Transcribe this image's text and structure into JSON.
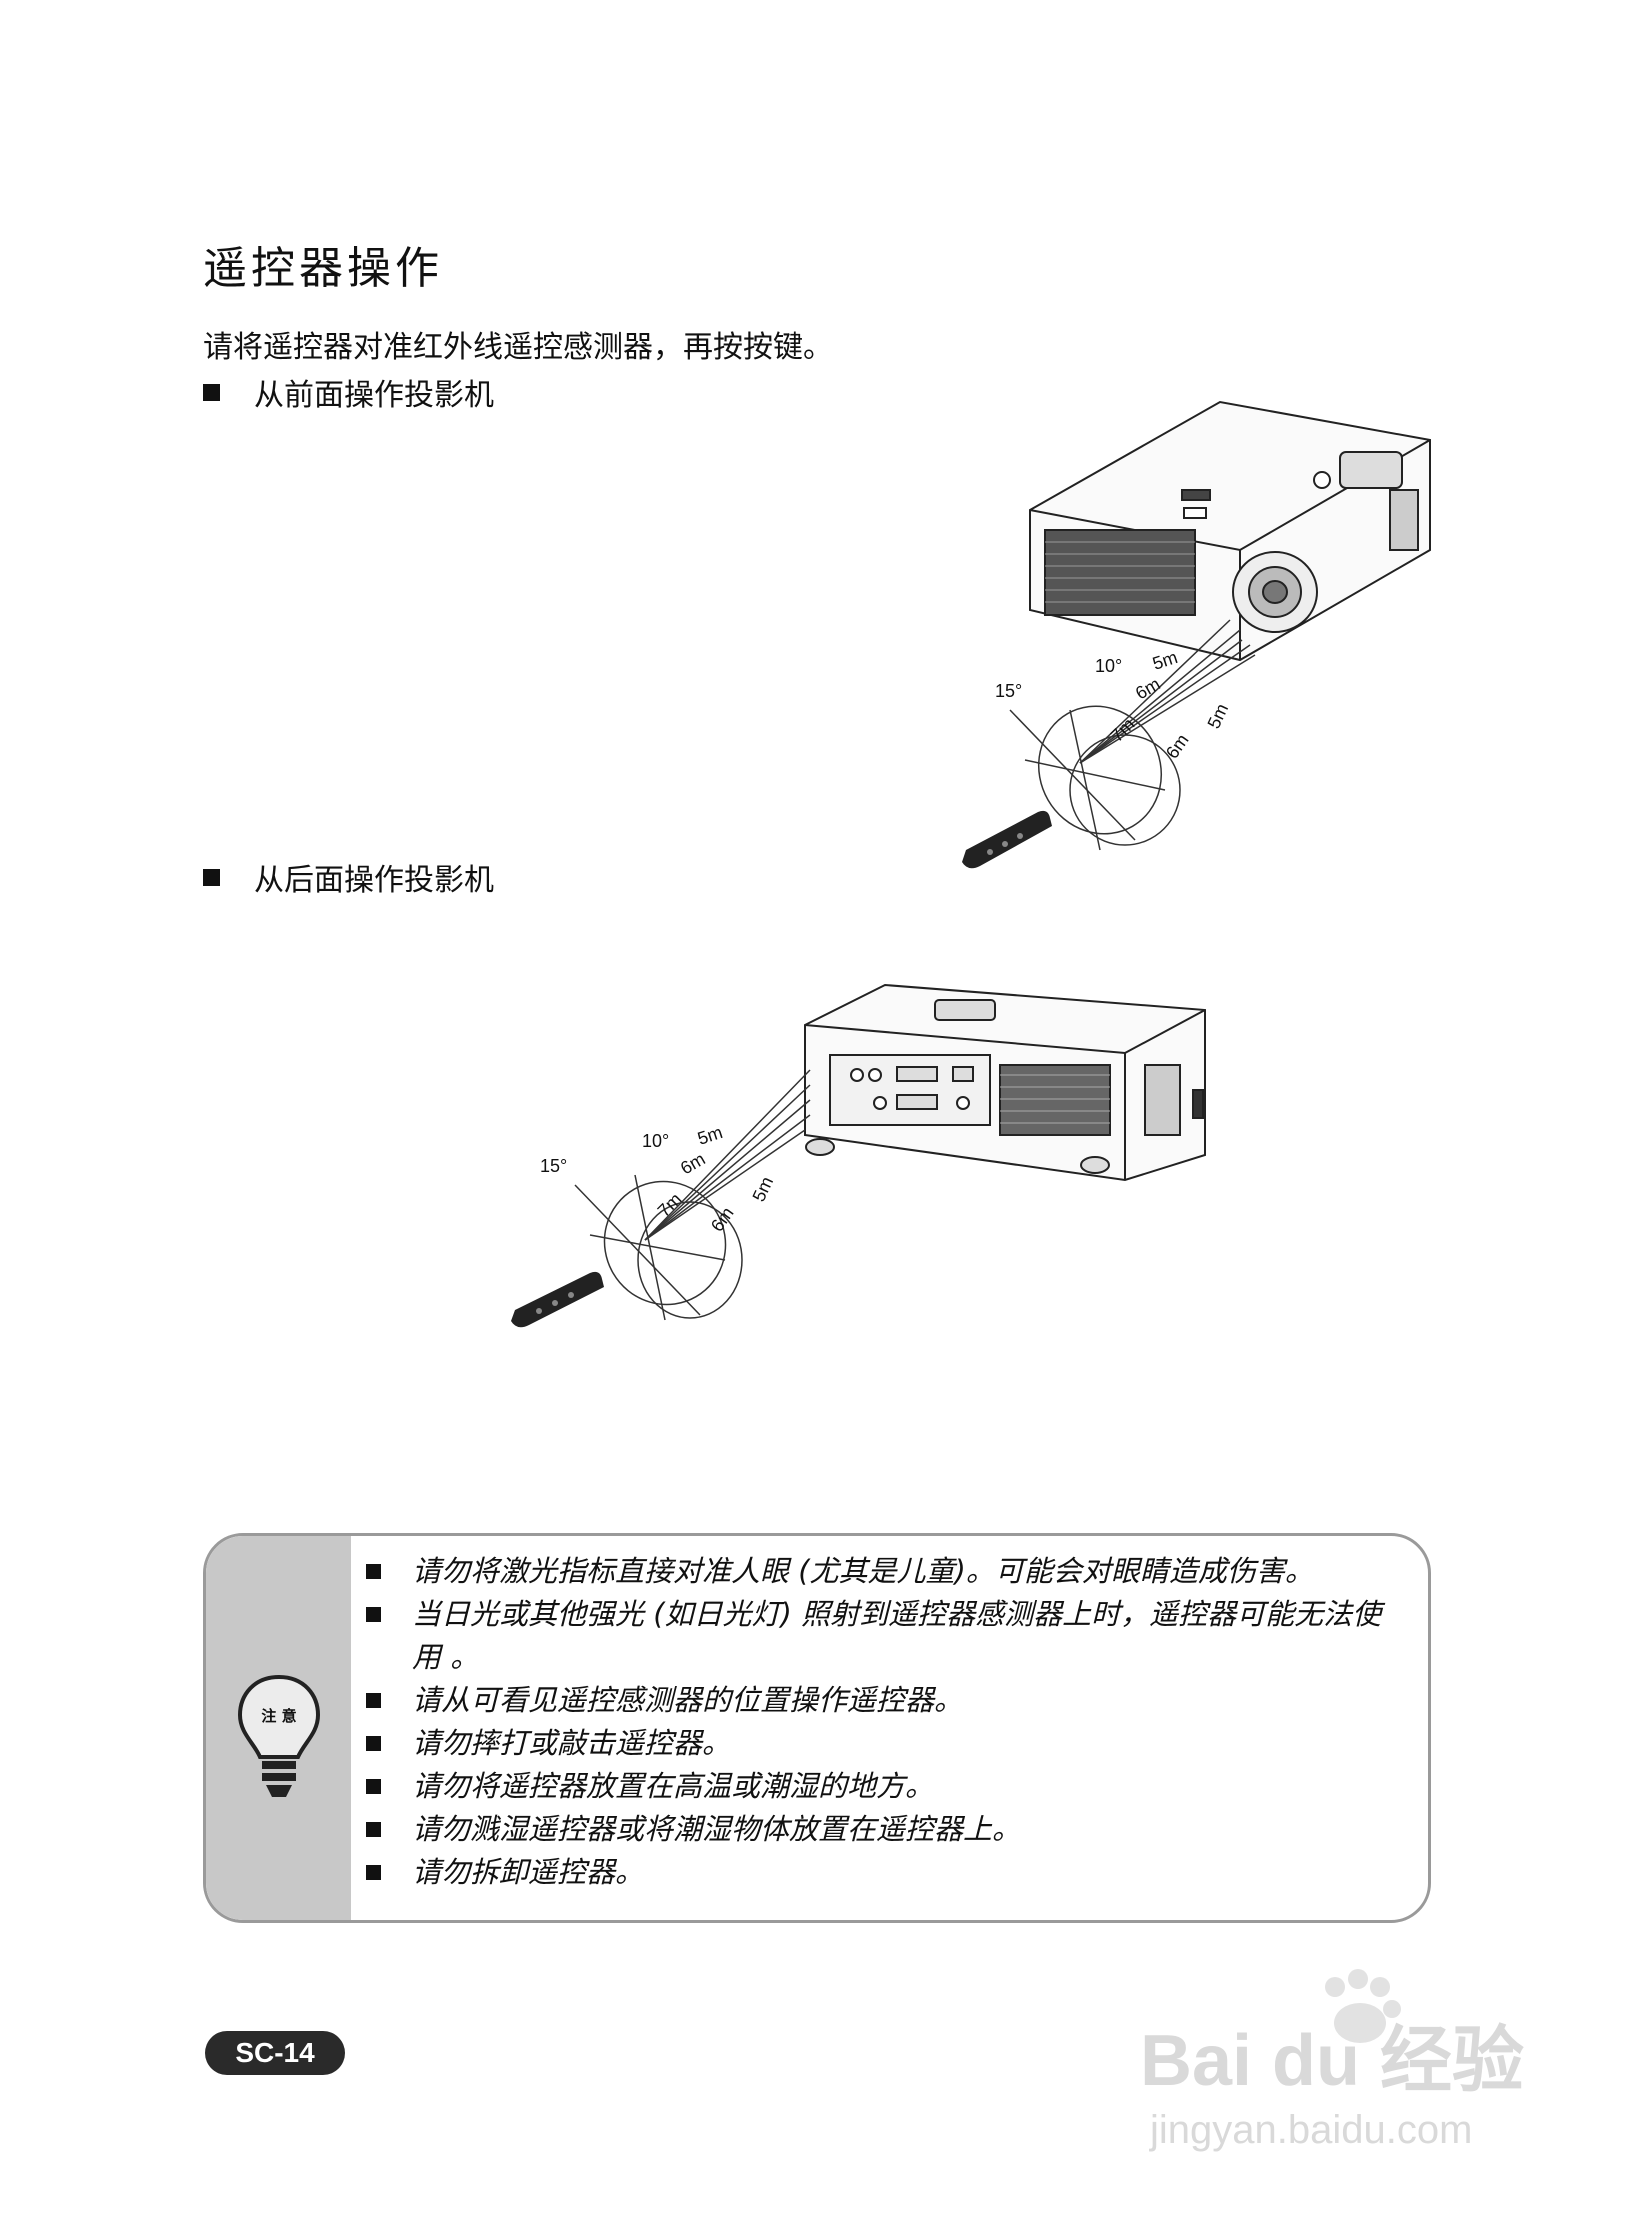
{
  "title": "遥控器操作",
  "intro": "请将遥控器对准红外线遥控感测器，再按按键。",
  "sections": {
    "front": "从前面操作投影机",
    "rear": "从后面操作投影机"
  },
  "diagram_labels": {
    "angle_15": "15°",
    "angle_10": "10°",
    "d5a": "5m",
    "d6a": "6m",
    "d7": "7m",
    "d6b": "6m",
    "d5b": "5m"
  },
  "note": {
    "icon_label": "注 意",
    "items": [
      "请勿将激光指标直接对准人眼 (尤其是儿童)。可能会对眼睛造成伤害。",
      "当日光或其他强光 (如日光灯) 照射到遥控器感测器上时，遥控器可能无法使 用 。",
      "请从可看见遥控感测器的位置操作遥控器。",
      "请勿摔打或敲击遥控器。",
      "请勿将遥控器放置在高温或潮湿的地方。",
      "请勿溅湿遥控器或将潮湿物体放置在遥控器上。",
      "请勿拆卸遥控器。"
    ]
  },
  "page_number": "SC-14",
  "watermark": {
    "brand": "Bai du 经验",
    "url": "jingyan.baidu.com"
  }
}
